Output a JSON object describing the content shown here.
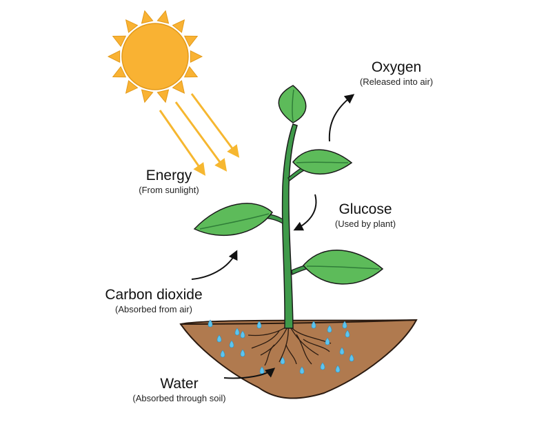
{
  "labels": {
    "energy": {
      "title": "Energy",
      "subtitle": "(From sunlight)"
    },
    "oxygen": {
      "title": "Oxygen",
      "subtitle": "(Released into air)"
    },
    "glucose": {
      "title": "Glucose",
      "subtitle": "(Used by plant)"
    },
    "carbon_dioxide": {
      "title": "Carbon dioxide",
      "subtitle": "(Absorbed from air)"
    },
    "water": {
      "title": "Water",
      "subtitle": "(Absorbed through soil)"
    }
  },
  "colors": {
    "sun": "#f9b233",
    "sun_ray": "#f6b730",
    "leaf": "#5dbb5a",
    "leaf_dark": "#2f7d38",
    "stem": "#3f9a4a",
    "soil": "#b07a4f",
    "water_drop": "#5ec4ee",
    "outline": "#1a1a1a"
  }
}
